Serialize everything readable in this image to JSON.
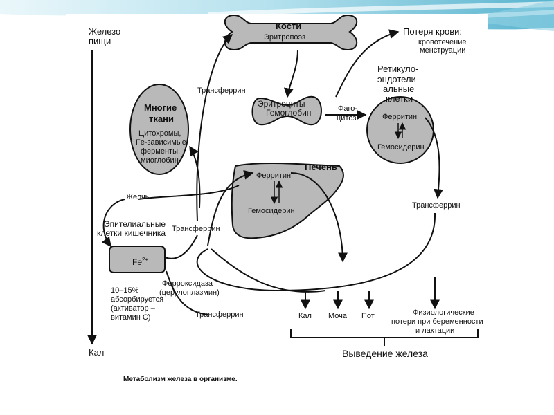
{
  "colors": {
    "accent_light": "#cdeaf3",
    "accent_mid": "#8fd0e3",
    "accent_dark": "#2e9cbf",
    "organ_fill": "#b9b9b9",
    "line": "#111111"
  },
  "labels": {
    "food_iron_1": "Железо",
    "food_iron_2": "пищи",
    "bones_title": "Кости",
    "bones_sub": "Эритропоэз",
    "blood_loss_1": "Потеря крови:",
    "blood_loss_2": "кровотечение",
    "blood_loss_3": "менструации",
    "transferrin_top": "Трансферрин",
    "erythro_1": "Эритроциты",
    "erythro_2": "Гемоглобин",
    "phago_1": "Фаго-",
    "phago_2": "цитоз",
    "res_1": "Ретикуло-",
    "res_2": "эндотели-",
    "res_3": "альные",
    "res_4": "клетки",
    "res_ferritin": "Ферритин",
    "res_hemosiderin": "Гемосидерин",
    "tissues_1": "Многие",
    "tissues_2": "ткани",
    "tissues_3": "Цитохромы,",
    "tissues_4": "Fe-зависимые",
    "tissues_5": "ферменты,",
    "tissues_6": "миоглобин",
    "liver_title": "Печень",
    "liver_ferritin": "Ферритин",
    "liver_hemosiderin": "Гемосидерин",
    "bile": "Желчь",
    "transferrin_right": "Трансферрин",
    "epith_1": "Эпителиальные",
    "epith_2": "клетки кишечника",
    "transferrin_mid": "Трансферрин",
    "fe_label": "Fe",
    "fe_sup": "2+",
    "abs_1": "10–15%",
    "abs_2": "абсорбируется",
    "abs_3": "(активатор –",
    "abs_4": "витамин С)",
    "ferrox_1": "Ферроксидаза",
    "ferrox_2": "(церулоплазмин)",
    "transferrin_bottom": "Трансферрин",
    "out_feces": "Кал",
    "out_urine": "Моча",
    "out_sweat": "Пот",
    "physio_1": "Физиологические",
    "physio_2": "потери при беременности",
    "physio_3": "и лактации",
    "feces_left": "Кал",
    "excretion": "Выведение железа",
    "caption": "Метаболизм железа в организме."
  }
}
